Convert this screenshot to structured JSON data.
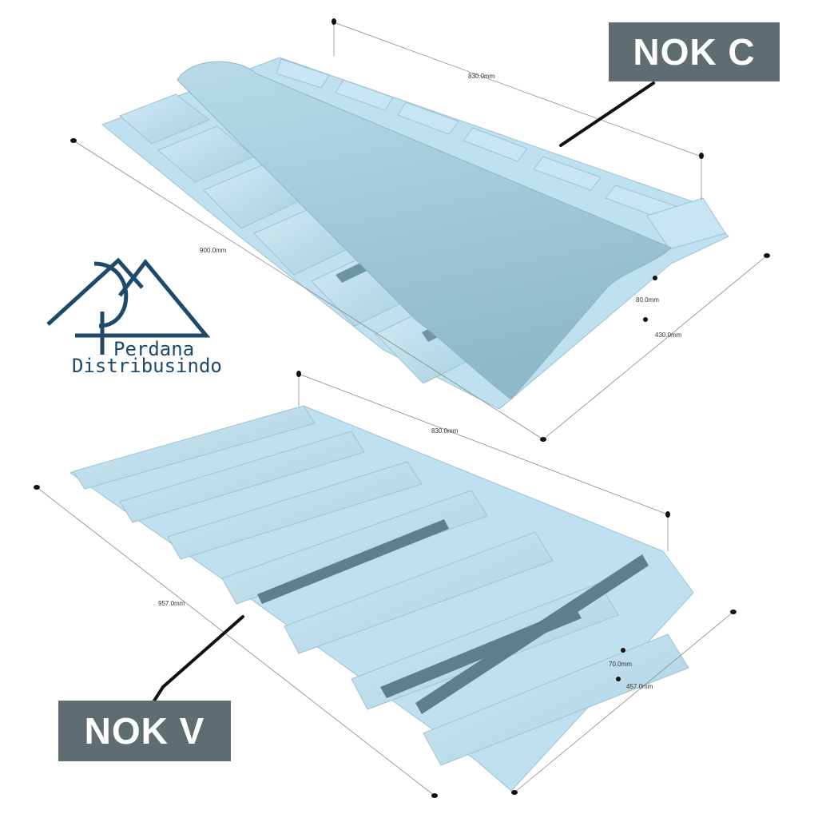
{
  "labels": {
    "nok_c": "NOK C",
    "nok_v": "NOK V"
  },
  "logo": {
    "line1": "Perdana",
    "line2": "Distribusindo"
  },
  "nok_c_dimensions": {
    "top_length": "830.0mm",
    "side_length": "900.0mm",
    "height": "80.0mm",
    "width": "430.0mm"
  },
  "nok_v_dimensions": {
    "top_length": "830.0mm",
    "side_length": "957.0mm",
    "height": "70.0mm",
    "width": "457.0mm"
  },
  "colors": {
    "sheet_light": "#c4e3f0",
    "sheet_mid": "#a9cfdf",
    "sheet_dark": "#7fa8b8",
    "groove": "#5d7f8c",
    "label_bg": "#5f6d73",
    "logo": "#1d4a6b"
  }
}
